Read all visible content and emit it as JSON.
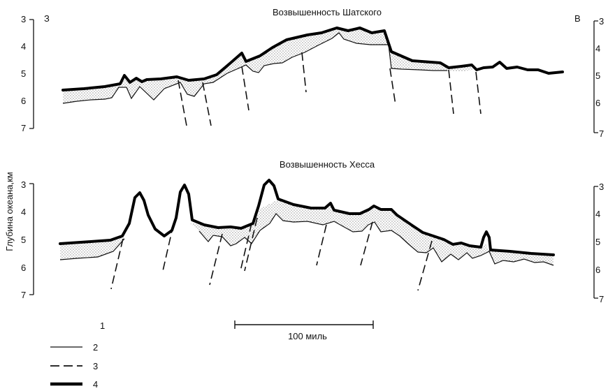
{
  "corner_labels": {
    "west": "З",
    "east": "В"
  },
  "y_axis_label": "Глубина океана,км",
  "profiles": [
    {
      "title": "Возвышенность Шатского",
      "depth_ticks_left": [
        "3",
        "4",
        "5",
        "6",
        "7"
      ],
      "depth_ticks_right": [
        "3",
        "4",
        "5",
        "6",
        "7"
      ]
    },
    {
      "title": "Возвышенность Хесса",
      "depth_ticks_left": [
        "3",
        "4",
        "5",
        "6",
        "7"
      ],
      "depth_ticks_right": [
        "3",
        "4",
        "5",
        "6",
        "7"
      ]
    }
  ],
  "scale_bar": {
    "label": "100 миль"
  },
  "legend": [
    {
      "key": "1",
      "style": "dots"
    },
    {
      "key": "2",
      "style": "thin-line"
    },
    {
      "key": "3",
      "style": "dashed-line"
    },
    {
      "key": "4",
      "style": "thick-line"
    }
  ]
}
